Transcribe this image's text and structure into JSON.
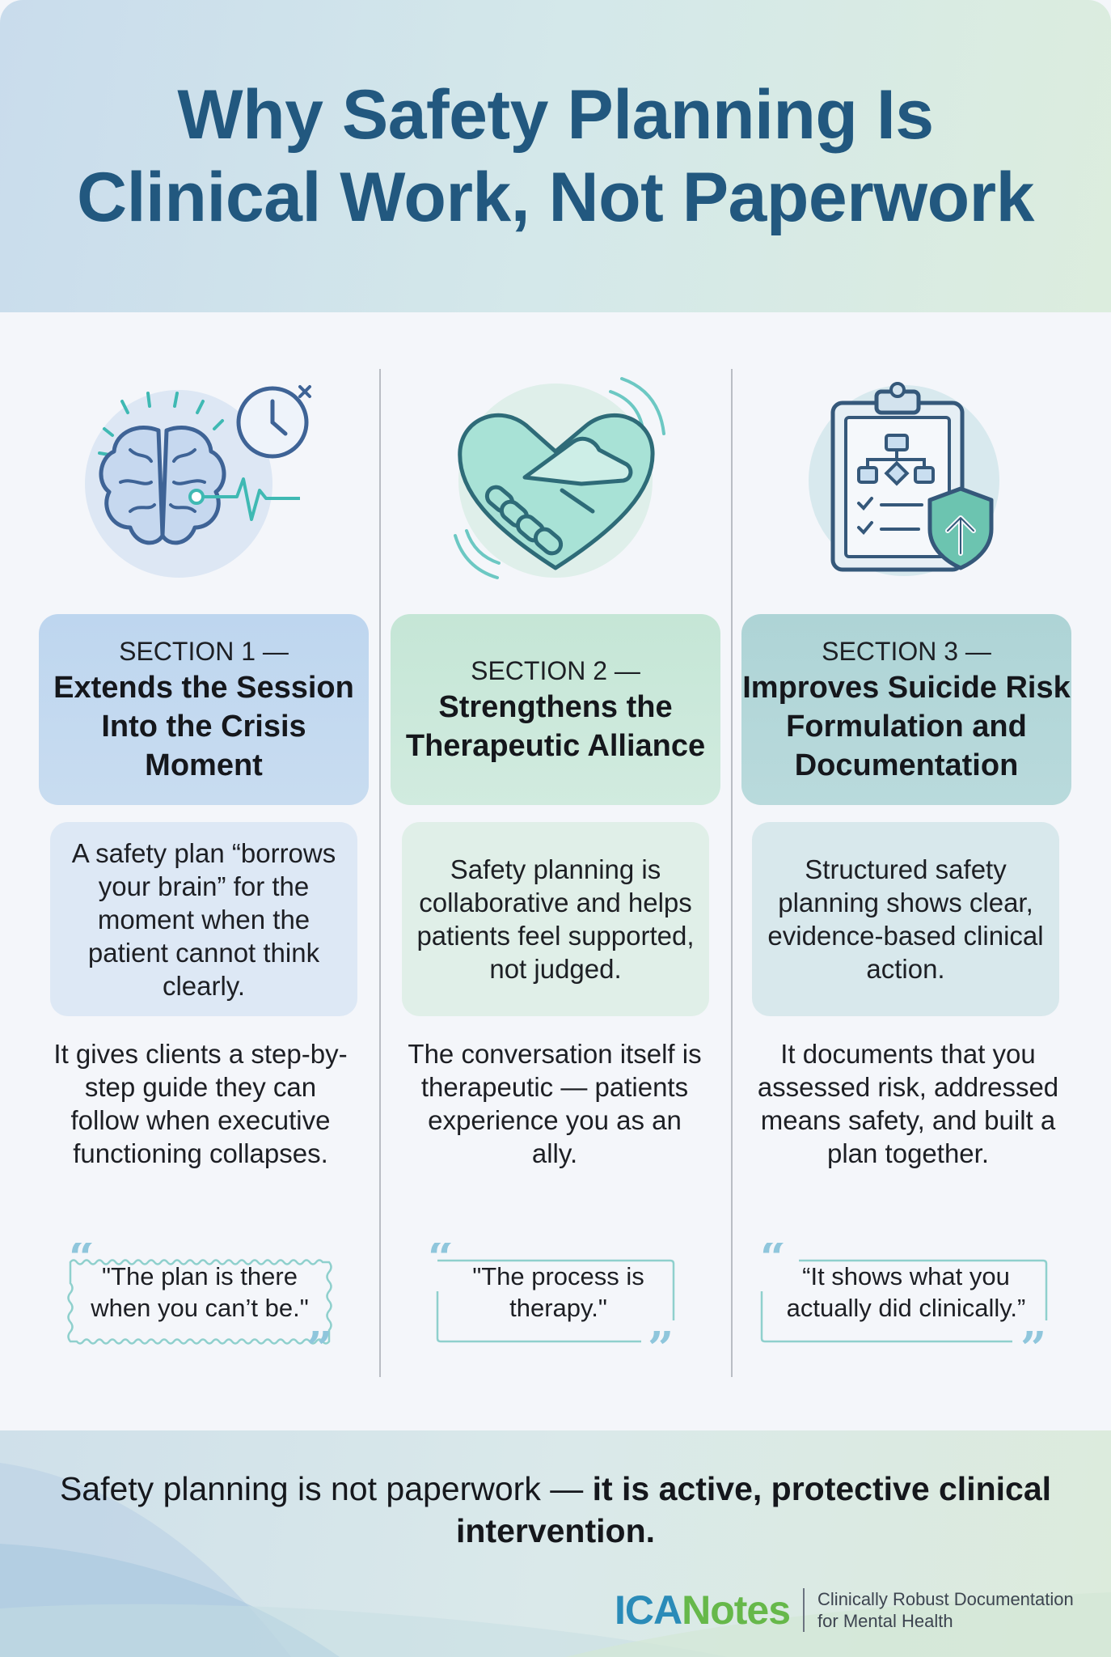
{
  "title": "Why Safety Planning Is Clinical Work, Not Paperwork",
  "sections": [
    {
      "number": "SECTION 1 —",
      "title": "Extends the Session Into the Crisis Moment",
      "description": "A safety plan “borrows your brain” for the moment when the patient cannot think clearly.",
      "body": "It gives clients a step-by-step guide they can follow when executive functioning collapses.",
      "quote": "\"The plan is there when you can’t be.\"",
      "icon": "brain-clock-icon"
    },
    {
      "number": "SECTION 2 —",
      "title": "Strengthens the Therapeutic Alliance",
      "description": "Safety planning is collaborative and helps patients feel supported, not judged.",
      "body": "The conversation itself is therapeutic — patients experience you as an ally.",
      "quote": "\"The process is therapy.\"",
      "icon": "handshake-heart-icon"
    },
    {
      "number": "SECTION 3 —",
      "title": "Improves Suicide Risk Formulation and Documentation",
      "description": "Structured safety planning shows clear, evidence-based clinical action.",
      "body": "It documents that you assessed risk, addressed means safety, and built a plan together.",
      "quote": "“It shows what you actually did clinically.”",
      "icon": "clipboard-shield-icon"
    }
  ],
  "footer": {
    "statement_plain": "Safety planning is not paperwork — ",
    "statement_bold": "it is active, protective clinical intervention.",
    "logo_ica": "ICA",
    "logo_notes": "Notes",
    "tagline": "Clinically Robust Documentation for Mental Health"
  },
  "colors": {
    "title": "#22587f",
    "section1": "#bed6ef",
    "section2": "#c5e6d6",
    "section3": "#aed4d6",
    "logo_blue": "#2a8bb8",
    "logo_green": "#66b84a"
  }
}
